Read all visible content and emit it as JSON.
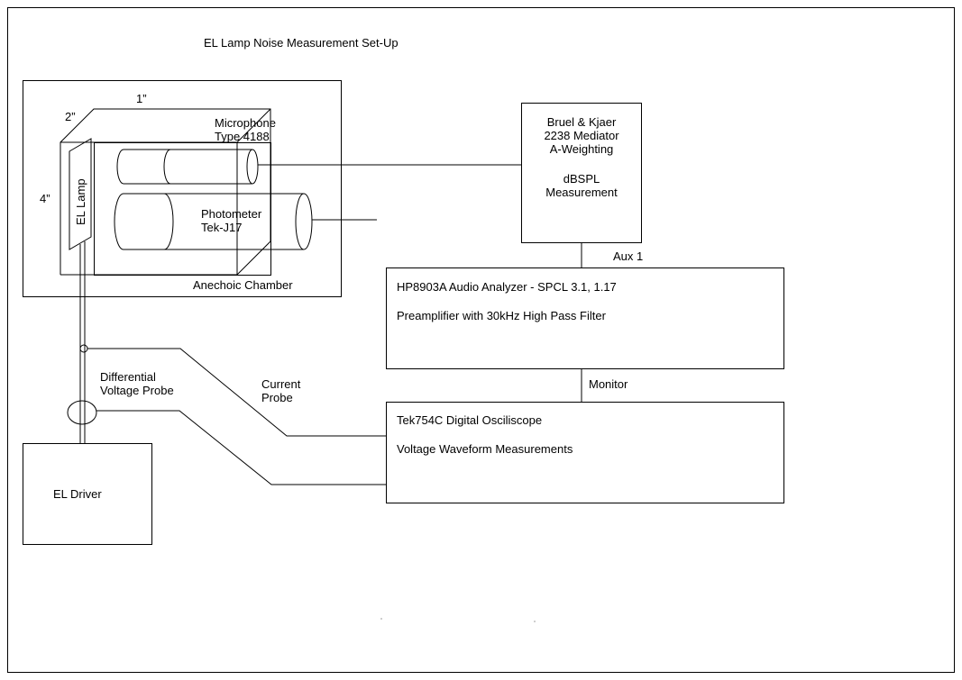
{
  "title": "EL Lamp Noise Measurement Set-Up",
  "chamber": {
    "label": "Anechoic Chamber",
    "dim_depth": "1”",
    "dim_width": "2”",
    "dim_height": "4”",
    "lamp_label": "EL Lamp"
  },
  "microphone": {
    "line1": "Microphone",
    "line2": "Type 4188"
  },
  "photometer": {
    "line1": "Photometer",
    "line2": "Tek-J17"
  },
  "meter": {
    "line1": "Bruel & Kjaer",
    "line2": "2238 Mediator",
    "line3": "A-Weighting",
    "line4": "dBSPL",
    "line5": "Measurement"
  },
  "aux_label": "Aux 1",
  "analyzer": {
    "line1": "HP8903A Audio Analyzer - SPCL 3.1, 1.17",
    "line2": "Preamplifier with 30kHz High Pass Filter"
  },
  "monitor_label": "Monitor",
  "oscilloscope": {
    "line1": "Tek754C Digital Osciliscope",
    "line2": "Voltage Waveform Measurements"
  },
  "current_probe": {
    "line1": "Current",
    "line2": "Probe"
  },
  "voltage_probe": {
    "line1": "Differential",
    "line2": "Voltage Probe"
  },
  "driver_label": "EL Driver"
}
